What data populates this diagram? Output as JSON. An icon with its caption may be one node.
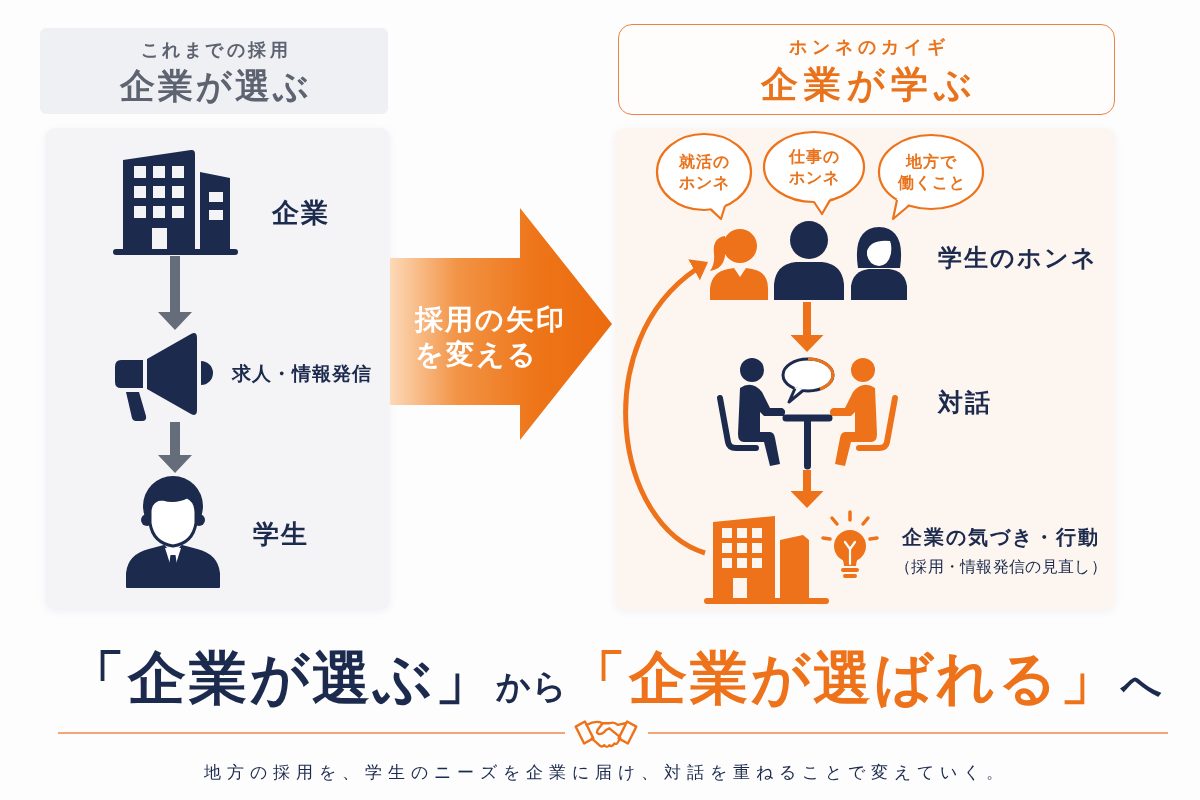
{
  "diagram": {
    "nodes": [
      {
        "text": [
          "これまでの採用",
          "企業が選ぶ"
        ]
      },
      {
        "text": [],
        "shape": "box"
      },
      {
        "text": [],
        "shape": "building",
        "in": 1,
        "beside": [
          "企業"
        ]
      },
      {
        "text": [],
        "shape": "picture",
        "in": 1,
        "beside": [
          "求人・情報発信"
        ]
      },
      {
        "text": [],
        "shape": "person",
        "in": 1,
        "beside": [
          "学生"
        ]
      },
      {
        "text": [
          "採用の矢印を変える"
        ]
      },
      {
        "text": [
          "ホンネのカイギ",
          "企業が学ぶ"
        ]
      },
      {
        "text": [],
        "shape": "box"
      },
      {
        "text": [
          "就活のホンネ"
        ],
        "in": 7
      },
      {
        "text": [
          "仕事のホンネ"
        ],
        "in": 7
      },
      {
        "text": [
          "地方で働くこと"
        ],
        "in": 7
      },
      {
        "text": [],
        "shape": "picture",
        "in": 7,
        "beside": [
          "学生のホンネ"
        ]
      },
      {
        "text": [],
        "shape": "picture",
        "in": 7,
        "beside": [
          "対話"
        ]
      },
      {
        "text": [],
        "shape": "picture",
        "in": 7,
        "beside": [
          "企業の気づき・行動",
          "（採用・情報発信の見直し）"
        ]
      }
    ],
    "edges": [
      {
        "from": 2,
        "to": 3,
        "arrow": "to",
        "color": "#656c7a"
      },
      {
        "from": 3,
        "to": 4,
        "arrow": "to",
        "color": "#656c7a"
      },
      {
        "from": 11,
        "to": 12,
        "arrow": "to"
      },
      {
        "from": 12,
        "to": 13,
        "arrow": "to"
      },
      {
        "from": 13,
        "to": 11,
        "arrow": "to"
      }
    ],
    "labels": [
      "「企業が選ぶ」",
      "から",
      "「企業が選ばれる」",
      "へ"
    ],
    "caption": "地方の採用を、学生のニーズを企業に届け、対話を重ねることで変えていく。"
  }
}
